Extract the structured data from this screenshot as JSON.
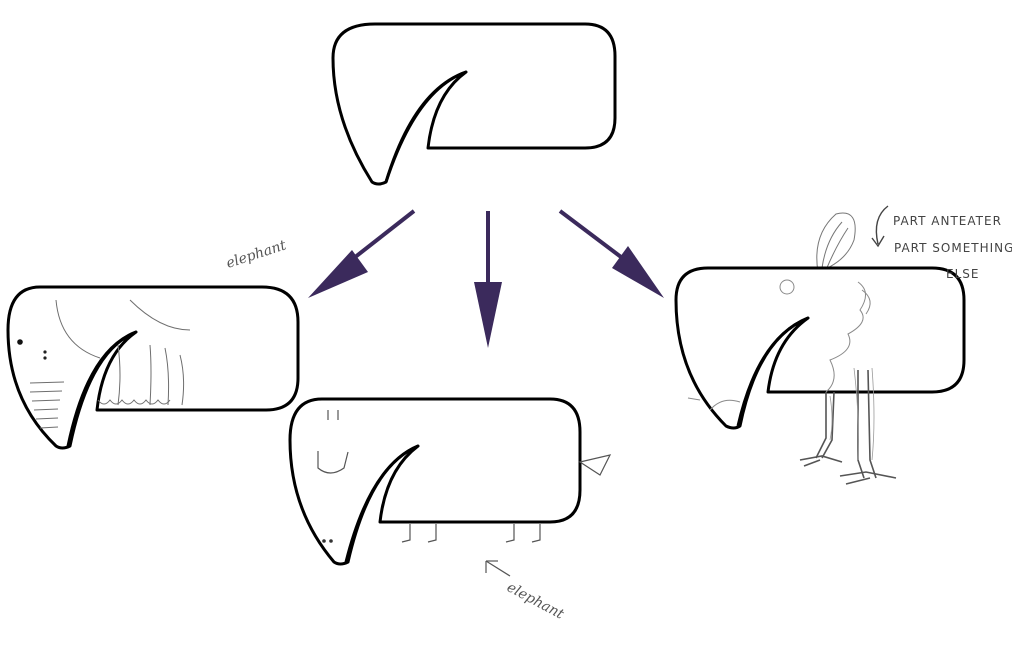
{
  "diagram": {
    "annotations": {
      "left_label": "elephant",
      "bottom_label": "elephant",
      "right_note_line1": "PART ANTEATER",
      "right_note_line2": "PART SOMETHING",
      "right_note_line3": "ELSE"
    },
    "colors": {
      "arrow": "#3b2a5c",
      "outline": "#000000",
      "sketch": "#6e6e6e"
    },
    "icons": [
      "arrow-down-left-icon",
      "arrow-down-icon",
      "arrow-down-right-icon"
    ]
  }
}
